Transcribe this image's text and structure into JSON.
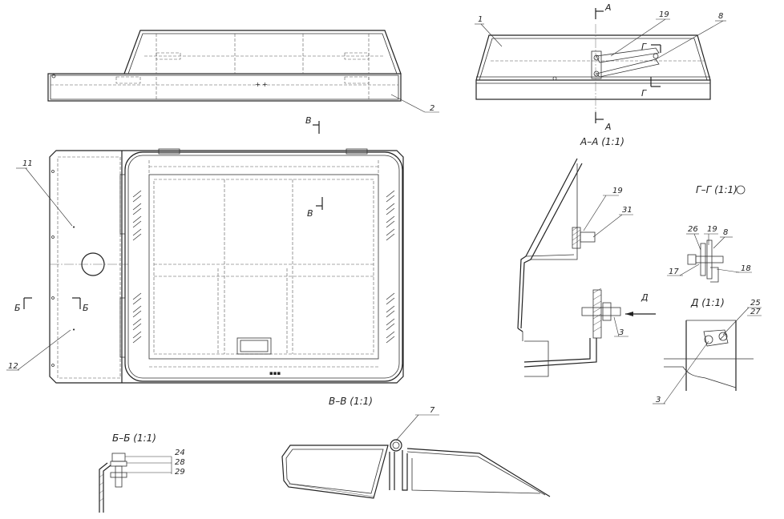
{
  "views": {
    "aa_title": "А–А (1:1)",
    "vv_title": "В–В (1:1)",
    "bb_title": "Б–Б (1:1)",
    "gg_title": "Г–Г (1:1)",
    "d_title": "Д (1:1)"
  },
  "cut_marks": {
    "a_top": "А",
    "a_bottom": "А",
    "v_top": "В",
    "v_mid": "В",
    "b_left": "Б",
    "b_right": "Б",
    "g_top": "Г",
    "g_bottom": "Г",
    "d_arrow": "Д"
  },
  "callouts": {
    "c1": "1",
    "c2": "2",
    "c3a": "3",
    "c3b": "3",
    "c7": "7",
    "c8a": "8",
    "c8b": "8",
    "c11": "11",
    "c12": "12",
    "c17": "17",
    "c18": "18",
    "c19a": "19",
    "c19b": "19",
    "c19c": "19",
    "c24": "24",
    "c25": "25",
    "c26": "26",
    "c27": "27",
    "c28": "28",
    "c29": "29",
    "c31": "31"
  }
}
